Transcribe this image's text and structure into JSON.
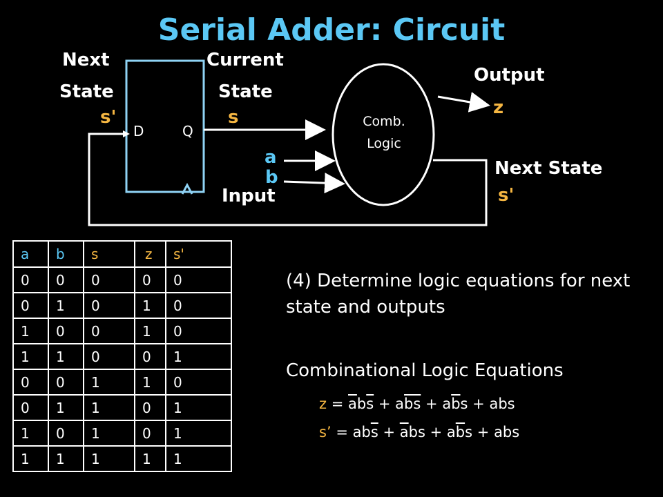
{
  "title": "Serial Adder: Circuit",
  "labels": {
    "next_state_top_1": "Next",
    "next_state_top_2": "State",
    "current_state_1": "Current",
    "current_state_2": "State",
    "output": "Output",
    "next_state_right": "Next State",
    "input": "Input",
    "s_prime_left": "s'",
    "s_current": "s",
    "a": "a",
    "b": "b",
    "z": "z",
    "s_prime_right": "s'",
    "d": "D",
    "q": "Q",
    "clock": "^",
    "comb_1": "Comb.",
    "comb_2": "Logic"
  },
  "truth_table": {
    "headers": [
      "a",
      "b",
      "s",
      "z",
      "s'"
    ],
    "rows": [
      [
        "0",
        "0",
        "0",
        "0",
        "0"
      ],
      [
        "0",
        "1",
        "0",
        "1",
        "0"
      ],
      [
        "1",
        "0",
        "0",
        "1",
        "0"
      ],
      [
        "1",
        "1",
        "0",
        "0",
        "1"
      ],
      [
        "0",
        "0",
        "1",
        "1",
        "0"
      ],
      [
        "0",
        "1",
        "1",
        "0",
        "1"
      ],
      [
        "1",
        "0",
        "1",
        "0",
        "1"
      ],
      [
        "1",
        "1",
        "1",
        "1",
        "1"
      ]
    ]
  },
  "step_text": "(4) Determine logic equations for next state and outputs",
  "equations_title": "Combinational Logic Equations",
  "equations": {
    "z_lhs": "z",
    "s_lhs": "s’",
    "eq_sign": "=",
    "plus": "+",
    "abs": "abs",
    "a": "a",
    "b": "b",
    "s": "s",
    "bs": "bs"
  },
  "colors": {
    "title": "#5bc8f5",
    "gold": "#f5b642",
    "blue": "#5bc8f5",
    "text": "#ffffff",
    "background": "#000000"
  }
}
